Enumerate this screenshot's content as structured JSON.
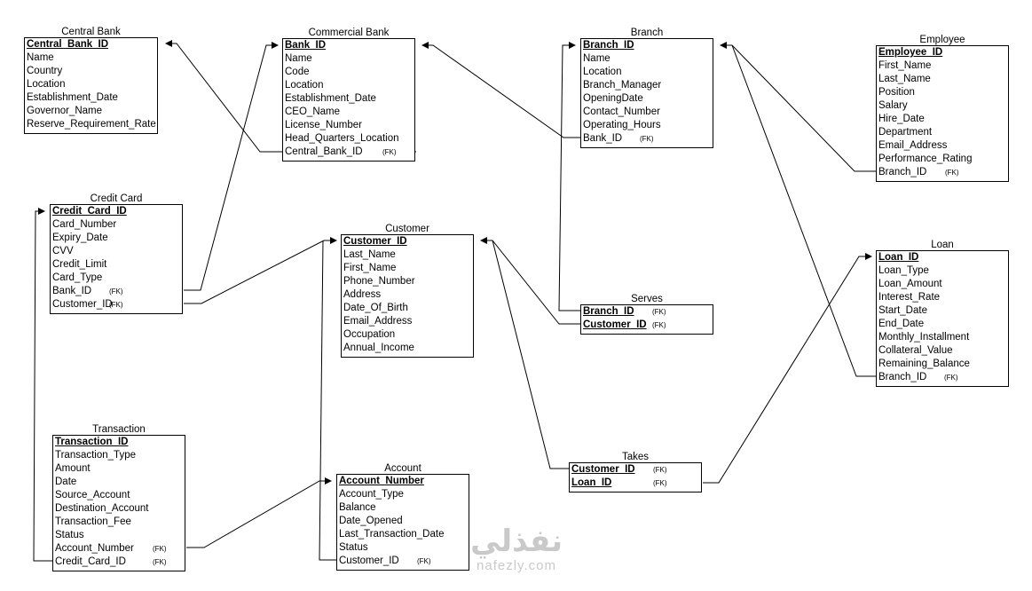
{
  "entities": {
    "central_bank": {
      "title": "Central Bank",
      "attributes": [
        {
          "name": "Central_Bank_ID",
          "pk": true
        },
        {
          "name": "Name"
        },
        {
          "name": "Country"
        },
        {
          "name": "Location"
        },
        {
          "name": "Establishment_Date"
        },
        {
          "name": "Governor_Name"
        },
        {
          "name": "Reserve_Requirement_Rate"
        }
      ]
    },
    "commercial_bank": {
      "title": "Commercial Bank",
      "attributes": [
        {
          "name": "Bank_ID",
          "pk": true
        },
        {
          "name": "Name"
        },
        {
          "name": "Code"
        },
        {
          "name": "Location"
        },
        {
          "name": "Establishment_Date"
        },
        {
          "name": "CEO_Name"
        },
        {
          "name": "License_Number"
        },
        {
          "name": "Head_Quarters_Location"
        },
        {
          "name": "Central_Bank_ID",
          "fk": "(FK)"
        }
      ]
    },
    "branch": {
      "title": "Branch",
      "attributes": [
        {
          "name": "Branch_ID",
          "pk": true
        },
        {
          "name": "Name"
        },
        {
          "name": "Location"
        },
        {
          "name": "Branch_Manager"
        },
        {
          "name": "OpeningDate"
        },
        {
          "name": "Contact_Number"
        },
        {
          "name": "Operating_Hours"
        },
        {
          "name": "Bank_ID",
          "fk": "(FK)"
        }
      ]
    },
    "employee": {
      "title": "Employee",
      "attributes": [
        {
          "name": "Employee_ID",
          "pk": true
        },
        {
          "name": "First_Name"
        },
        {
          "name": "Last_Name"
        },
        {
          "name": "Position"
        },
        {
          "name": "Salary"
        },
        {
          "name": "Hire_Date"
        },
        {
          "name": "Department"
        },
        {
          "name": "Email_Address"
        },
        {
          "name": "Performance_Rating"
        },
        {
          "name": "Branch_ID",
          "fk": "(FK)"
        }
      ]
    },
    "credit_card": {
      "title": "Credit Card",
      "attributes": [
        {
          "name": "Credit_Card_ID",
          "pk": true
        },
        {
          "name": "Card_Number"
        },
        {
          "name": "Expiry_Date"
        },
        {
          "name": "CVV"
        },
        {
          "name": "Credit_Limit"
        },
        {
          "name": "Card_Type"
        },
        {
          "name": "Bank_ID",
          "fk": "(FK)"
        },
        {
          "name": "Customer_ID",
          "fk": "(FK)"
        }
      ]
    },
    "customer": {
      "title": "Customer",
      "attributes": [
        {
          "name": "Customer_ID",
          "pk": true
        },
        {
          "name": "Last_Name"
        },
        {
          "name": "First_Name"
        },
        {
          "name": "Phone_Number"
        },
        {
          "name": "Address"
        },
        {
          "name": "Date_Of_Birth"
        },
        {
          "name": "Email_Address"
        },
        {
          "name": "Occupation"
        },
        {
          "name": "Annual_Income"
        }
      ]
    },
    "serves": {
      "title": "Serves",
      "attributes": [
        {
          "name": "Branch_ID",
          "pk": true,
          "fk": "(FK)"
        },
        {
          "name": "Customer_ID",
          "pk": true,
          "fk": "(FK)"
        }
      ]
    },
    "loan": {
      "title": "Loan",
      "attributes": [
        {
          "name": "Loan_ID",
          "pk": true
        },
        {
          "name": "Loan_Type"
        },
        {
          "name": "Loan_Amount"
        },
        {
          "name": "Interest_Rate"
        },
        {
          "name": "Start_Date"
        },
        {
          "name": "End_Date"
        },
        {
          "name": "Monthly_Installment"
        },
        {
          "name": "Collateral_Value"
        },
        {
          "name": "Remaining_Balance"
        },
        {
          "name": "Branch_ID",
          "fk": "(FK)"
        }
      ]
    },
    "transaction": {
      "title": "Transaction",
      "attributes": [
        {
          "name": "Transaction_ID",
          "pk": true
        },
        {
          "name": "Transaction_Type"
        },
        {
          "name": "Amount"
        },
        {
          "name": "Date"
        },
        {
          "name": "Source_Account"
        },
        {
          "name": "Destination_Account"
        },
        {
          "name": "Transaction_Fee"
        },
        {
          "name": "Status"
        },
        {
          "name": "Account_Number",
          "fk": "(FK)"
        },
        {
          "name": "Credit_Card_ID",
          "fk": "(FK)"
        }
      ]
    },
    "account": {
      "title": "Account",
      "attributes": [
        {
          "name": "Account_Number",
          "pk": true
        },
        {
          "name": "Account_Type"
        },
        {
          "name": "Balance"
        },
        {
          "name": "Date_Opened"
        },
        {
          "name": "Last_Transaction_Date"
        },
        {
          "name": "Status"
        },
        {
          "name": "Customer_ID",
          "fk": "(FK)"
        }
      ]
    },
    "takes": {
      "title": "Takes",
      "attributes": [
        {
          "name": "Customer_ID",
          "pk": true,
          "fk": "(FK)"
        },
        {
          "name": "Loan_ID",
          "pk": true,
          "fk": "(FK)"
        }
      ]
    }
  },
  "watermark": {
    "arabic": "نفذلي",
    "latin": "nafezly.com"
  }
}
